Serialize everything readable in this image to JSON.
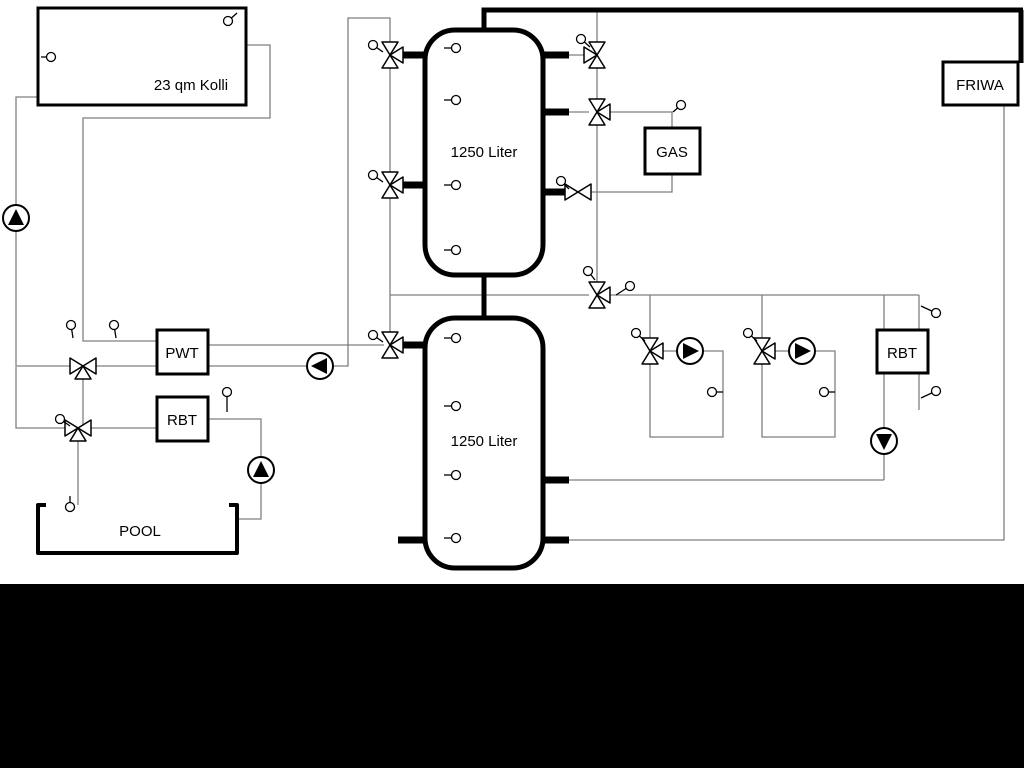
{
  "colors": {
    "background": "#ffffff",
    "pipe_thin": "#7f7f7f",
    "pipe_thick": "#000000",
    "ink": "#000000",
    "bottom_band": "#000000"
  },
  "labels": {
    "collector": "23 qm Kolli",
    "tank_top": "1250 Liter",
    "tank_bottom": "1250 Liter",
    "pwt": "PWT",
    "rbt_left": "RBT",
    "pool": "POOL",
    "gas": "GAS",
    "friwa": "FRIWA",
    "rbt_right": "RBT"
  }
}
